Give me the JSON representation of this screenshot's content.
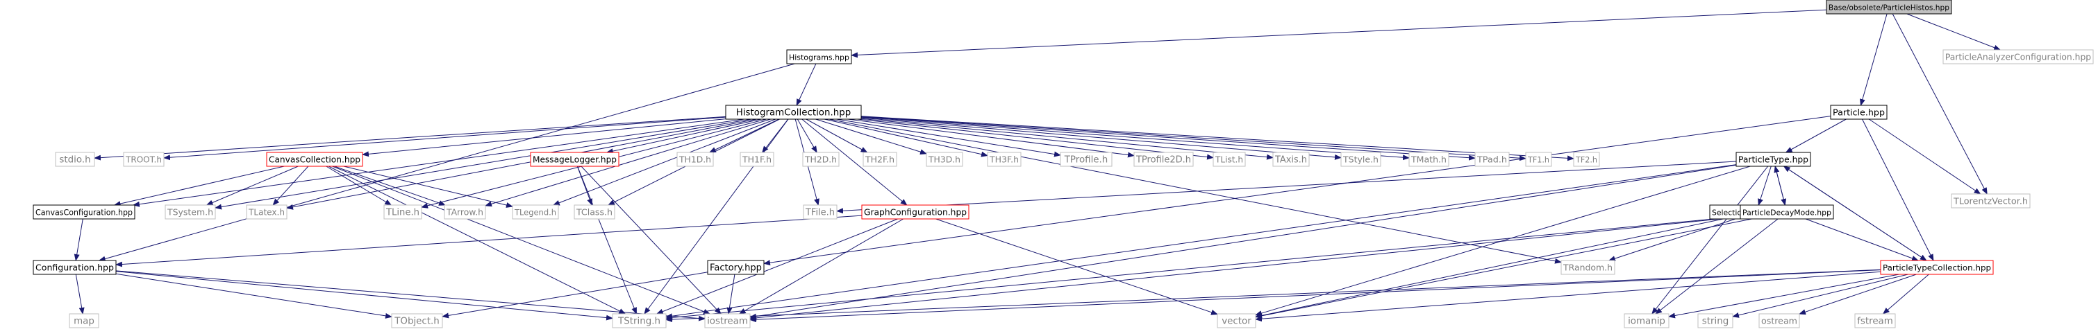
{
  "diagram": {
    "nodes": [
      {
        "id": "root",
        "label": "Base/obsolete/ParticleHistos.hpp",
        "style": "root"
      },
      {
        "id": "histograms",
        "label": "Histograms.hpp",
        "style": "normal"
      },
      {
        "id": "pac",
        "label": "ParticleAnalyzerConfiguration.hpp",
        "style": "missing"
      },
      {
        "id": "particle",
        "label": "Particle.hpp",
        "style": "normal"
      },
      {
        "id": "histcoll",
        "label": "HistogramCollection.hpp",
        "style": "normal"
      },
      {
        "id": "stdio",
        "label": "stdio.h",
        "style": "missing"
      },
      {
        "id": "troot",
        "label": "TROOT.h",
        "style": "missing"
      },
      {
        "id": "canvcoll",
        "label": "CanvasCollection.hpp",
        "style": "red"
      },
      {
        "id": "msglog",
        "label": "MessageLogger.hpp",
        "style": "red"
      },
      {
        "id": "th1d",
        "label": "TH1D.h",
        "style": "missing"
      },
      {
        "id": "th1f",
        "label": "TH1F.h",
        "style": "missing"
      },
      {
        "id": "th2d",
        "label": "TH2D.h",
        "style": "missing"
      },
      {
        "id": "th2f",
        "label": "TH2F.h",
        "style": "missing"
      },
      {
        "id": "th3d",
        "label": "TH3D.h",
        "style": "missing"
      },
      {
        "id": "th3f",
        "label": "TH3F.h",
        "style": "missing"
      },
      {
        "id": "tprofile",
        "label": "TProfile.h",
        "style": "missing"
      },
      {
        "id": "tprofile2d",
        "label": "TProfile2D.h",
        "style": "missing"
      },
      {
        "id": "tlist",
        "label": "TList.h",
        "style": "missing"
      },
      {
        "id": "taxis",
        "label": "TAxis.h",
        "style": "missing"
      },
      {
        "id": "tstyle",
        "label": "TStyle.h",
        "style": "missing"
      },
      {
        "id": "tmath",
        "label": "TMath.h",
        "style": "missing"
      },
      {
        "id": "tpad",
        "label": "TPad.h",
        "style": "missing"
      },
      {
        "id": "tf1",
        "label": "TF1.h",
        "style": "missing"
      },
      {
        "id": "tf2",
        "label": "TF2.h",
        "style": "missing"
      },
      {
        "id": "ptype",
        "label": "ParticleType.hpp",
        "style": "normal"
      },
      {
        "id": "tlorentz",
        "label": "TLorentzVector.h",
        "style": "missing"
      },
      {
        "id": "canvconf",
        "label": "CanvasConfiguration.hpp",
        "style": "normal"
      },
      {
        "id": "tsystem",
        "label": "TSystem.h",
        "style": "missing"
      },
      {
        "id": "tlatex",
        "label": "TLatex.h",
        "style": "missing"
      },
      {
        "id": "tline",
        "label": "TLine.h",
        "style": "missing"
      },
      {
        "id": "tarrow",
        "label": "TArrow.h",
        "style": "missing"
      },
      {
        "id": "tlegend",
        "label": "TLegend.h",
        "style": "missing"
      },
      {
        "id": "tclass",
        "label": "TClass.h",
        "style": "missing"
      },
      {
        "id": "tfile",
        "label": "TFile.h",
        "style": "missing"
      },
      {
        "id": "graphconf",
        "label": "GraphConfiguration.hpp",
        "style": "red"
      },
      {
        "id": "selgen",
        "label": "SelectionGenerator.hpp",
        "style": "normal"
      },
      {
        "id": "pdm",
        "label": "ParticleDecayMode.hpp",
        "style": "normal"
      },
      {
        "id": "configuration",
        "label": "Configuration.hpp",
        "style": "normal"
      },
      {
        "id": "factory",
        "label": "Factory.hpp",
        "style": "normal"
      },
      {
        "id": "trandom",
        "label": "TRandom.h",
        "style": "missing"
      },
      {
        "id": "ptc",
        "label": "ParticleTypeCollection.hpp",
        "style": "red"
      },
      {
        "id": "map",
        "label": "map",
        "style": "missing"
      },
      {
        "id": "tobject",
        "label": "TObject.h",
        "style": "missing"
      },
      {
        "id": "tstring",
        "label": "TString.h",
        "style": "missing"
      },
      {
        "id": "iostream",
        "label": "iostream",
        "style": "missing"
      },
      {
        "id": "vector",
        "label": "vector",
        "style": "missing"
      },
      {
        "id": "iomanip",
        "label": "iomanip",
        "style": "missing"
      },
      {
        "id": "string",
        "label": "string",
        "style": "missing"
      },
      {
        "id": "ostream",
        "label": "ostream",
        "style": "missing"
      },
      {
        "id": "fstream",
        "label": "fstream",
        "style": "missing"
      }
    ],
    "edges": [
      [
        "root",
        "histograms"
      ],
      [
        "root",
        "pac"
      ],
      [
        "root",
        "particle"
      ],
      [
        "root",
        "tlorentz"
      ],
      [
        "histograms",
        "histcoll"
      ],
      [
        "histograms",
        "configuration"
      ],
      [
        "histcoll",
        "stdio"
      ],
      [
        "histcoll",
        "troot"
      ],
      [
        "histcoll",
        "canvcoll"
      ],
      [
        "histcoll",
        "msglog"
      ],
      [
        "histcoll",
        "th1d"
      ],
      [
        "histcoll",
        "th1f"
      ],
      [
        "histcoll",
        "th2d"
      ],
      [
        "histcoll",
        "th2f"
      ],
      [
        "histcoll",
        "th3d"
      ],
      [
        "histcoll",
        "th3f"
      ],
      [
        "histcoll",
        "tprofile"
      ],
      [
        "histcoll",
        "tprofile2d"
      ],
      [
        "histcoll",
        "tlist"
      ],
      [
        "histcoll",
        "taxis"
      ],
      [
        "histcoll",
        "tstyle"
      ],
      [
        "histcoll",
        "tmath"
      ],
      [
        "histcoll",
        "tpad"
      ],
      [
        "histcoll",
        "tf1"
      ],
      [
        "histcoll",
        "tf2"
      ],
      [
        "histcoll",
        "canvconf"
      ],
      [
        "histcoll",
        "tsystem"
      ],
      [
        "histcoll",
        "tlatex"
      ],
      [
        "histcoll",
        "tline"
      ],
      [
        "histcoll",
        "tarrow"
      ],
      [
        "histcoll",
        "tlegend"
      ],
      [
        "histcoll",
        "tclass"
      ],
      [
        "histcoll",
        "tfile"
      ],
      [
        "histcoll",
        "graphconf"
      ],
      [
        "histcoll",
        "trandom"
      ],
      [
        "histcoll",
        "tstring"
      ],
      [
        "canvcoll",
        "canvconf"
      ],
      [
        "canvcoll",
        "tsystem"
      ],
      [
        "canvcoll",
        "tlatex"
      ],
      [
        "canvcoll",
        "tline"
      ],
      [
        "canvcoll",
        "tarrow"
      ],
      [
        "canvcoll",
        "tlegend"
      ],
      [
        "canvcoll",
        "tstring"
      ],
      [
        "canvcoll",
        "iostream"
      ],
      [
        "msglog",
        "tclass"
      ],
      [
        "msglog",
        "tstring"
      ],
      [
        "msglog",
        "iostream"
      ],
      [
        "canvconf",
        "configuration"
      ],
      [
        "configuration",
        "map"
      ],
      [
        "configuration",
        "tobject"
      ],
      [
        "configuration",
        "tstring"
      ],
      [
        "configuration",
        "iostream"
      ],
      [
        "graphconf",
        "configuration"
      ],
      [
        "graphconf",
        "tstring"
      ],
      [
        "graphconf",
        "iostream"
      ],
      [
        "graphconf",
        "vector"
      ],
      [
        "factory",
        "tobject"
      ],
      [
        "factory",
        "iostream"
      ],
      [
        "particle",
        "ptype"
      ],
      [
        "particle",
        "tlorentz"
      ],
      [
        "particle",
        "ptc"
      ],
      [
        "particle",
        "factory"
      ],
      [
        "ptype",
        "tfile"
      ],
      [
        "ptype",
        "selgen"
      ],
      [
        "ptype",
        "pdm"
      ],
      [
        "ptype",
        "ptc"
      ],
      [
        "ptype",
        "tstring"
      ],
      [
        "ptype",
        "iostream"
      ],
      [
        "ptype",
        "vector"
      ],
      [
        "ptype",
        "iomanip"
      ],
      [
        "pdm",
        "ptype"
      ],
      [
        "pdm",
        "ptc"
      ],
      [
        "pdm",
        "tstring"
      ],
      [
        "pdm",
        "iostream"
      ],
      [
        "pdm",
        "vector"
      ],
      [
        "pdm",
        "iomanip"
      ],
      [
        "selgen",
        "trandom"
      ],
      [
        "selgen",
        "vector"
      ],
      [
        "ptc",
        "ptype"
      ],
      [
        "ptc",
        "tstring"
      ],
      [
        "ptc",
        "iostream"
      ],
      [
        "ptc",
        "vector"
      ],
      [
        "ptc",
        "iomanip"
      ],
      [
        "ptc",
        "string"
      ],
      [
        "ptc",
        "ostream"
      ],
      [
        "ptc",
        "fstream"
      ]
    ],
    "colors": {
      "edge": "#191970",
      "normal_border": "#000000",
      "red_border": "#ff0000",
      "missing_border": "#bfbfbf",
      "missing_text": "#7f7f7f",
      "root_fill": "#bfbfbf",
      "text": "#000000"
    }
  }
}
